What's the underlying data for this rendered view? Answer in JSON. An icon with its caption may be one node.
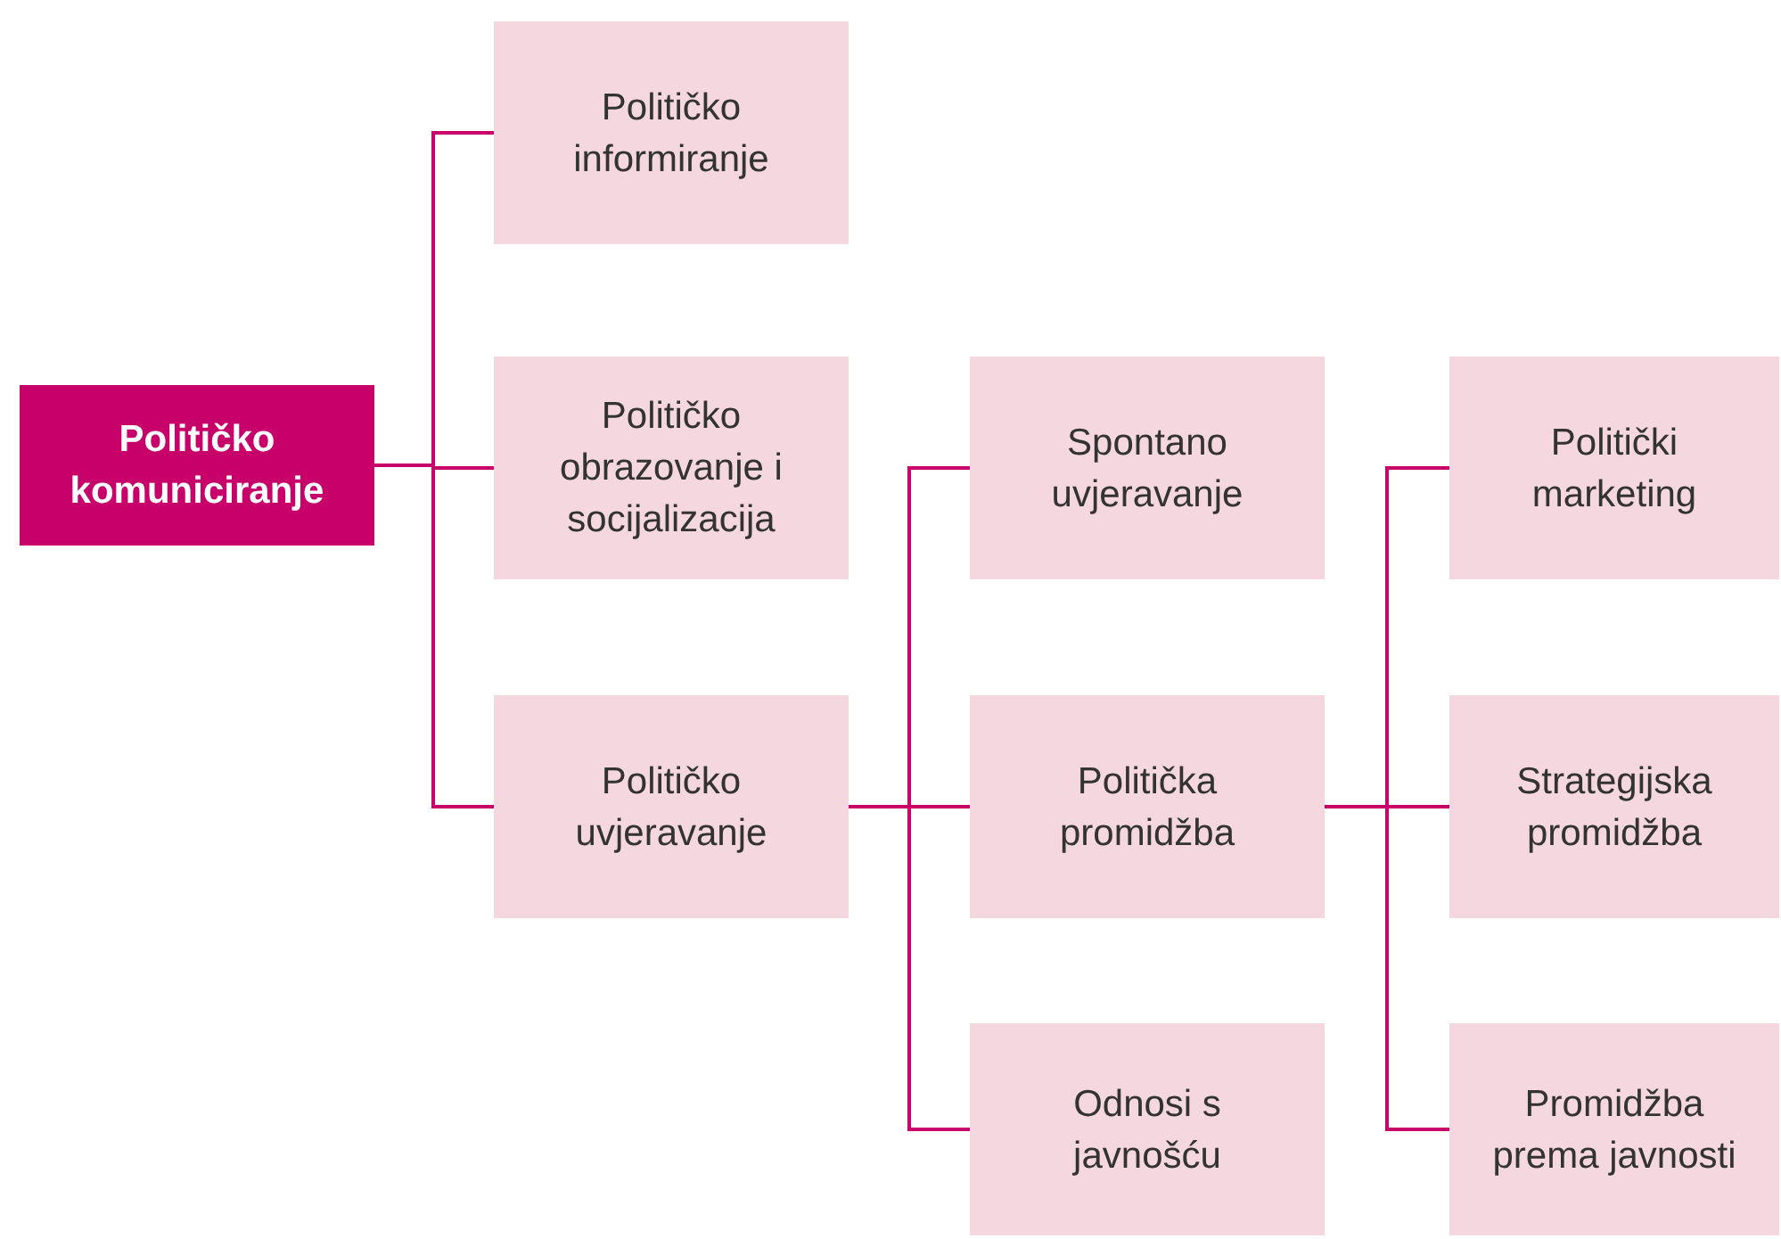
{
  "diagram": {
    "nodes": [
      {
        "text": [
          "Političko komuniciranje"
        ]
      },
      {
        "text": [
          "Političko informiranje"
        ]
      },
      {
        "text": [
          "Političko obrazovanje i socijalizacija"
        ]
      },
      {
        "text": [
          "Političko uvjeravanje"
        ]
      },
      {
        "text": [
          "Spontano uvjeravanje"
        ]
      },
      {
        "text": [
          "Politička promidžba"
        ]
      },
      {
        "text": [
          "Odnosi s javnošću"
        ]
      },
      {
        "text": [
          "Politički marketing"
        ]
      },
      {
        "text": [
          "Strategijska promidžba"
        ]
      },
      {
        "text": [
          "Promidžba prema javnosti"
        ]
      }
    ],
    "edges": [
      {
        "from": 0,
        "to": 1,
        "arrow": "none"
      },
      {
        "from": 0,
        "to": 2,
        "arrow": "none"
      },
      {
        "from": 0,
        "to": 3,
        "arrow": "none"
      },
      {
        "from": 3,
        "to": 4,
        "arrow": "none"
      },
      {
        "from": 3,
        "to": 5,
        "arrow": "none"
      },
      {
        "from": 3,
        "to": 6,
        "arrow": "none"
      },
      {
        "from": 5,
        "to": 7,
        "arrow": "none"
      },
      {
        "from": 5,
        "to": 8,
        "arrow": "none"
      },
      {
        "from": 5,
        "to": 9,
        "arrow": "none"
      }
    ]
  }
}
